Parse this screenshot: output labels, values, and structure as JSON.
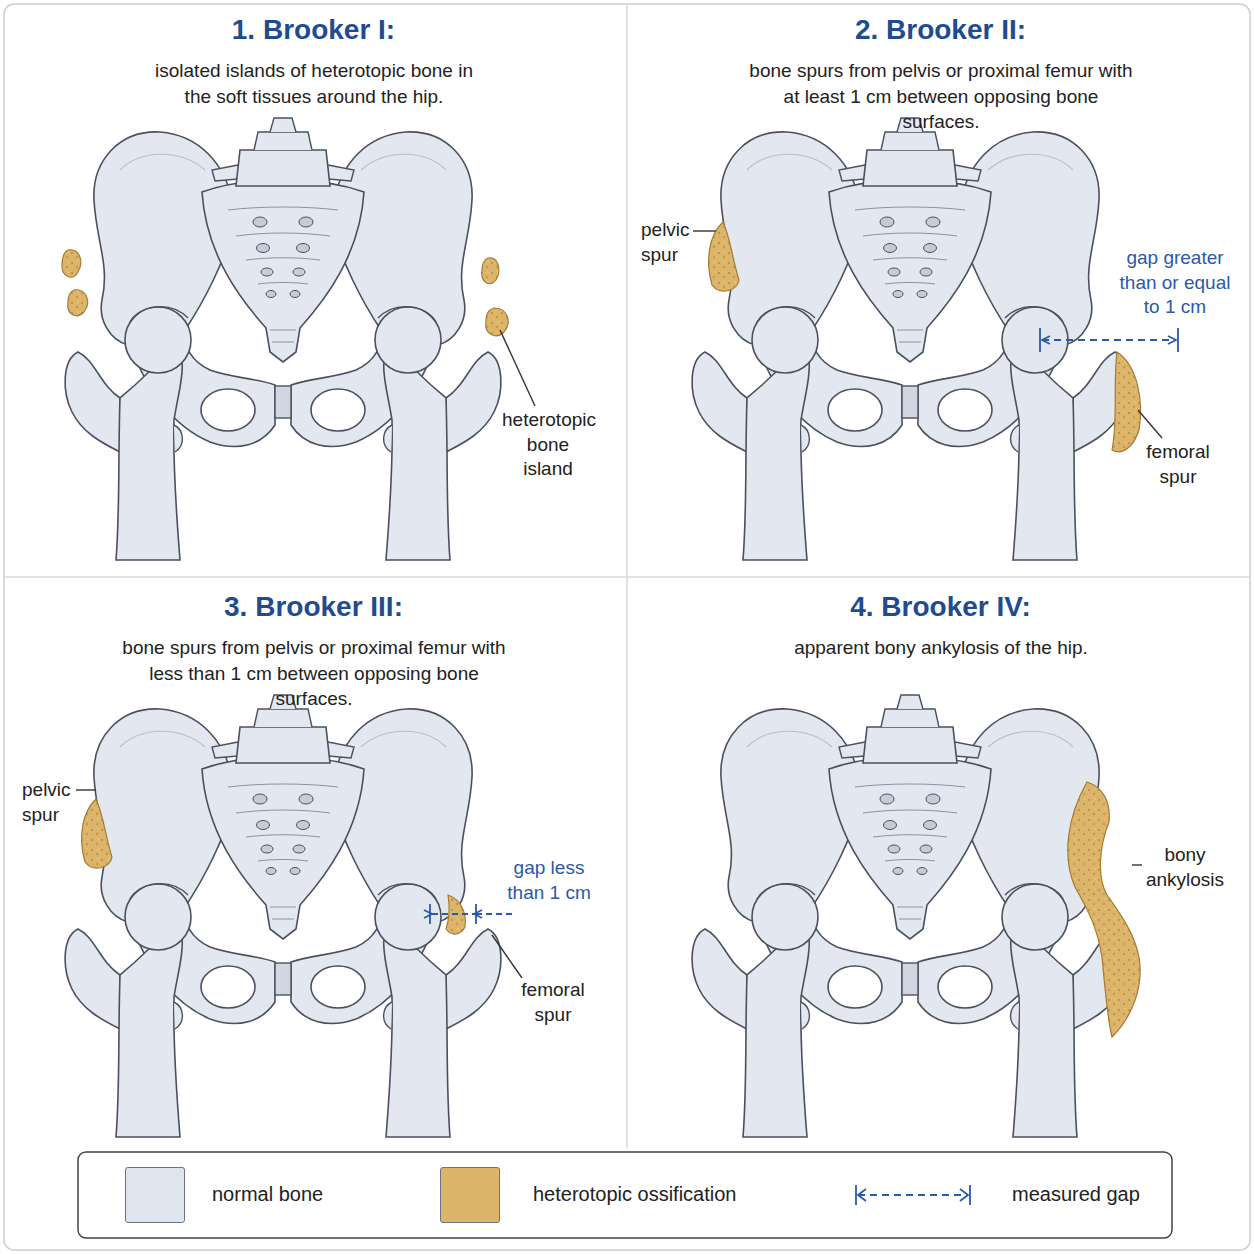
{
  "diagram": {
    "nodes": [
      {
        "text": [
          "1. Brooker I:",
          "isolated islands of heterotopic bone in the soft tissues around the hip."
        ]
      },
      {
        "text": [
          "2. Brooker II:",
          "bone spurs from pelvis or proximal femur with at least 1 cm between opposing bone surfaces."
        ]
      },
      {
        "text": [
          "3. Brooker III:",
          "bone spurs from pelvis or proximal femur with less than 1 cm between opposing bone surfaces."
        ]
      },
      {
        "text": [
          "4. Brooker IV:",
          "apparent bony ankylosis of the hip."
        ]
      }
    ],
    "labels": [
      "heterotopic bone island",
      "pelvic spur",
      "gap greater than or equal to 1 cm",
      "femoral spur",
      "pelvic spur",
      "gap less than 1 cm",
      "femoral spur",
      "bony ankylosis"
    ],
    "legend": [
      {
        "text": "normal bone",
        "color": "#dfe5ef"
      },
      {
        "text": "heterotopic ossification",
        "color": "#dcb56a"
      },
      {
        "text": "measured gap"
      }
    ]
  }
}
